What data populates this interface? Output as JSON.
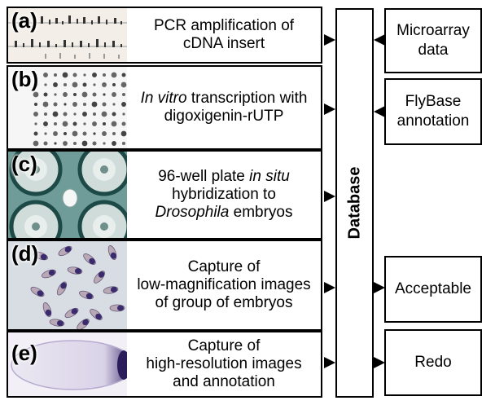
{
  "steps": [
    {
      "letter": "(a)",
      "lines": [
        "PCR amplification of",
        "cDNA insert"
      ],
      "image": "sequencing-trace"
    },
    {
      "letter": "(b)",
      "line1_italic": "In vitro",
      "line1_rest": " transcription with",
      "line2": "digoxigenin-rUTP",
      "image": "dot-blot-grid"
    },
    {
      "letter": "(c)",
      "line1_pre": "96-well plate ",
      "line1_italic": "in situ",
      "line2": "hybridization to",
      "line3_italic": "Drosophila",
      "line3_rest": " embryos",
      "image": "well-plate-photo"
    },
    {
      "letter": "(d)",
      "lines": [
        "Capture of",
        "low-magnification images",
        "of group of embryos"
      ],
      "image": "embryo-group-photo"
    },
    {
      "letter": "(e)",
      "lines": [
        "Capture of",
        "high-resolution images",
        "and annotation"
      ],
      "image": "embryo-closeup-photo"
    }
  ],
  "database": {
    "label": "Database"
  },
  "inputs": [
    {
      "lines": [
        "Microarray",
        "data"
      ]
    },
    {
      "lines": [
        "FlyBase",
        "annotation"
      ]
    }
  ],
  "outputs": [
    {
      "label": "Acceptable"
    },
    {
      "label": "Redo"
    }
  ],
  "colors": {
    "stain": "#3a2a6e",
    "plate_bg": "#2f6f6a",
    "arrow": "#000000"
  }
}
